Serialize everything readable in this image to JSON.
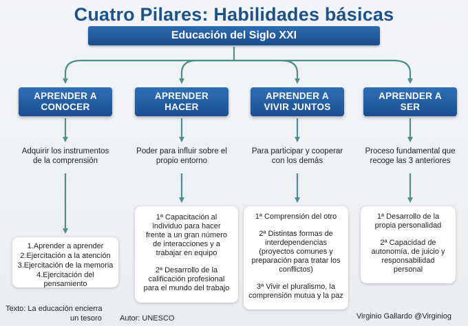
{
  "header": {
    "title": "Cuatro Pilares: Habilidades básicas",
    "subtitle": "Educación del Siglo XXI"
  },
  "pillars": [
    {
      "label": "APRENDER A\nCONOCER",
      "description": "Adquirir los instrumentos\nde la comprensión"
    },
    {
      "label": "APRENDER\nHACER",
      "description": "Poder para influir sobre el\npropio entorno"
    },
    {
      "label": "APRENDER A\nVIVIR JUNTOS",
      "description": "Para participar y cooperar\ncon los demás"
    },
    {
      "label": "APRENDER A\nSER",
      "description": "Proceso fundamental que\nrecoge las 3 anteriores"
    }
  ],
  "cards": {
    "conocer": [
      "1.Aprender a aprender",
      "2.Ejercitación a la atención",
      "3.Ejercitación de la memoria",
      "4.Ejercitación del pensamiento"
    ],
    "hacer": [
      "1ª Capacitación al\nindividuo para hacer\nfrente a un gran número\nde interacciones y a\ntrabajar en equipo",
      "2ª Desarrollo de la\ncalificación profesional\npara el mundo del trabajo"
    ],
    "vivir": [
      "1ª Comprensión del otro",
      "2ª Distintas formas de\ninterdependencias\n(proyectos comunes y\npreparación para tratar los\nconflictos)",
      "3ª Vivir el pluralismo, la\ncomprensión mutua y la paz"
    ],
    "ser": [
      "1ª Desarrollo de la\npropia personalidad",
      "2ª Capacidad de\nautonomía, de juicio y\nresponsabilidad\npersonal"
    ]
  },
  "footer": {
    "text_line1": "Texto: La educación encierra",
    "text_line2": "un tesoro",
    "author": "Autor: UNESCO",
    "credit": "Virginio  Gallardo  @Virginiog"
  },
  "colors": {
    "title": "#1d5288",
    "box": "#1f5a9c",
    "arrow": "#4f8e8c"
  }
}
